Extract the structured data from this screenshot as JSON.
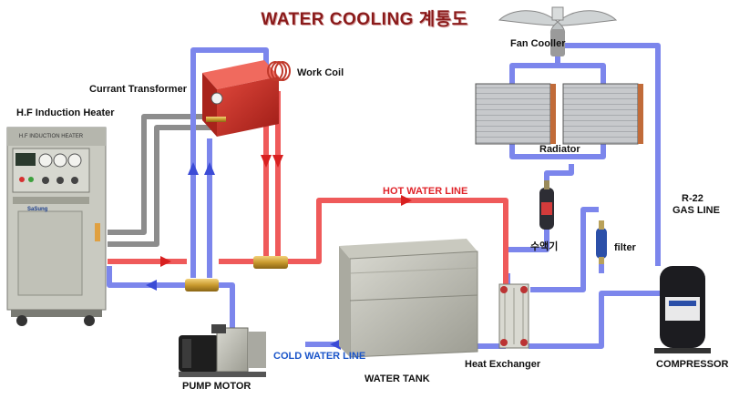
{
  "title": "WATER COOLING  계통도",
  "labels": {
    "fan_cooler": "Fan Cooller",
    "work_coil": "Work Coil",
    "currant_transformer": "Currant Transformer",
    "hf_induction_heater": "H.F Induction Heater",
    "radiator": "Radiator",
    "r22_line1": "R-22",
    "r22_line2": "GAS LINE",
    "hot_water_line": "HOT WATER LINE",
    "cold_water_line": "COLD WATER LINE",
    "receiver": "수액기",
    "filter": "filter",
    "heat_exchanger": "Heat Exchanger",
    "compressor": "COMPRESSOR",
    "water_tank": "WATER TANK",
    "pump_motor": "PUMP MOTOR",
    "heater_panel_text": "H.F INDUCTION HEATER",
    "heater_brand": "SaSung"
  },
  "colors": {
    "hot": "#ef5a5a",
    "cold": "#7c86ec",
    "gas": "#8d8d8d",
    "title": "#8a1a1a"
  }
}
